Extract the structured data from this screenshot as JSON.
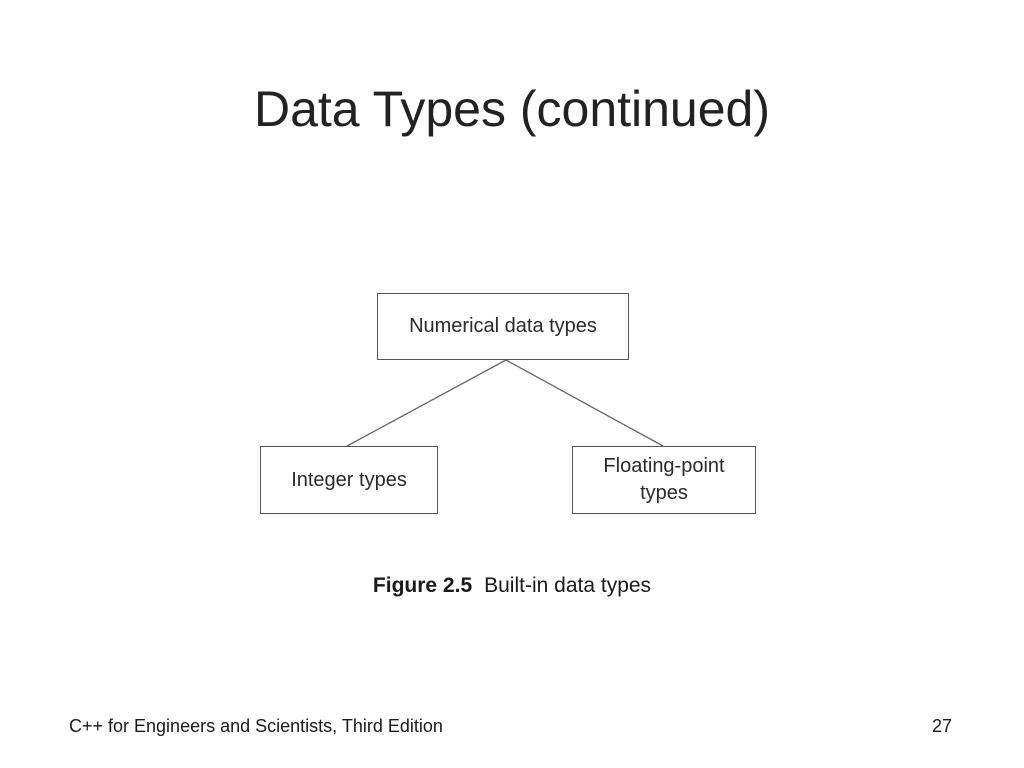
{
  "slide": {
    "title": "Data Types (continued)"
  },
  "diagram": {
    "root": "Numerical data types",
    "children": [
      "Integer types",
      "Floating-point\ntypes"
    ]
  },
  "caption": {
    "label": "Figure 2.5",
    "text": "Built-in data types"
  },
  "footer": {
    "text": "C++ for Engineers and Scientists, Third Edition",
    "page_number": "27"
  }
}
